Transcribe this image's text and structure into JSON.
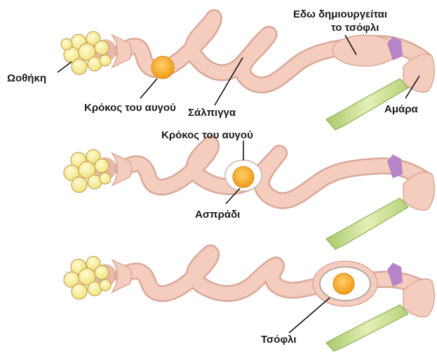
{
  "rows": [
    {
      "labels": {
        "ovary": "Ωοθήκη",
        "yolk": "Κρόκος του αυγού",
        "oviduct": "Σάλπιγγα",
        "shell_gland": "Εδω δημιουργείται",
        "shell_gland_2": "το τσόφλι",
        "cloaca": "Αμάρα"
      }
    },
    {
      "labels": {
        "yolk": "Κρόκος του αυγού",
        "albumen": "Ασπράδι"
      }
    },
    {
      "labels": {
        "shell": "Τσόφλι"
      }
    }
  ],
  "colors": {
    "tube": "#f5cdbf",
    "tube_outline": "#d9a898",
    "yolk": "#f5a623",
    "ovary": "#f3ec8a",
    "cloaca_green": "#cfe39a",
    "gland_purple": "#b884c8"
  }
}
